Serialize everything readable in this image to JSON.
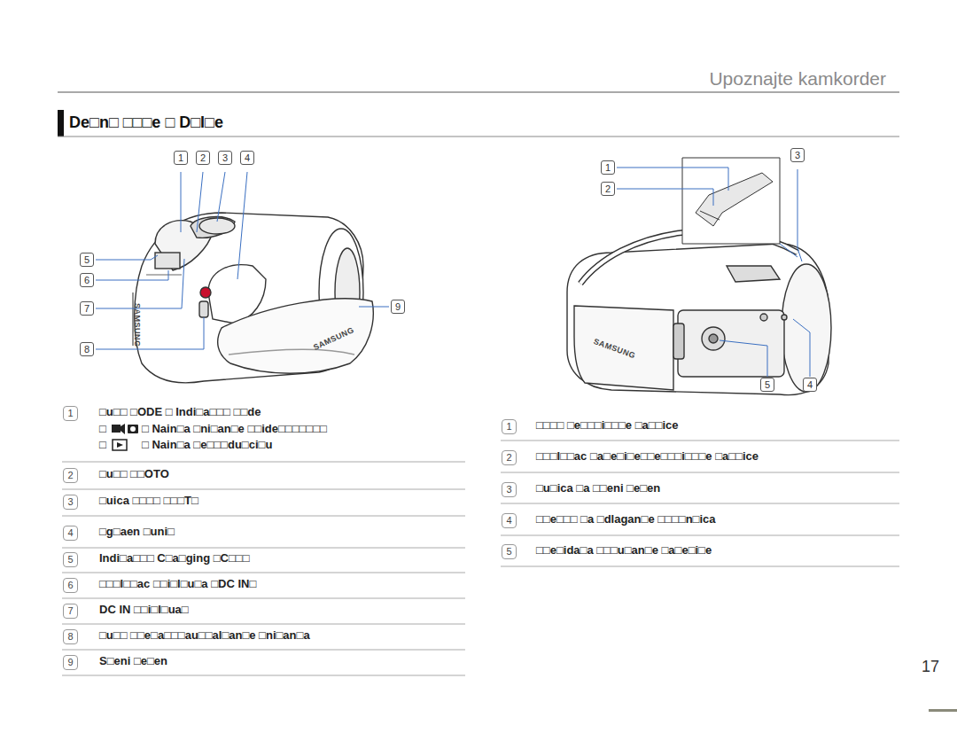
{
  "diagram": {
    "title": "De□n□ □□□e □ D□l□e",
    "labels": [
      "Upoznajte kamkorder",
      "1",
      "2",
      "3",
      "4",
      "5",
      "6",
      "7",
      "8",
      "9",
      "1",
      "2",
      "3",
      "5",
      "4",
      "SAMSUNG",
      "SAMSUNG",
      "SAMSUNG",
      "1",
      "□u□□ □ODE □ Indi□a□□□ □□de",
      "□",
      "□ Nain□a □ni□an□e □□ide□□□□□□□",
      "□",
      "□ Nain□a □e□□□du□ci□u",
      "2",
      "□u□□ □□OTO",
      "3",
      "□uica □□□□ □□□T□",
      "4",
      "□g□aen □uni□",
      "5",
      "Indi□a□□□ C□a□ging □C□□□",
      "6",
      "□□□l□□ac □□i□l□u□a □DC IN□",
      "7",
      "DC IN □□i□l□ua□",
      "8",
      "□u□□ □□e□a□□□au□□al□an□e □ni□an□a",
      "9",
      "S□eni □e□en",
      "1",
      "□□□□ □e□□□i□□□e □a□□ice",
      "2",
      "□□□l□□ac □a□e□i□e□□e□□□i□□□e □a□□ice",
      "3",
      "□u□ica □a □□eni □e□en",
      "4",
      "□□e□□□ □a □dlagan□e □□□□n□ica",
      "5",
      "□□e□ida□a □□□u□an□e □a□e□i□e",
      "17"
    ]
  }
}
